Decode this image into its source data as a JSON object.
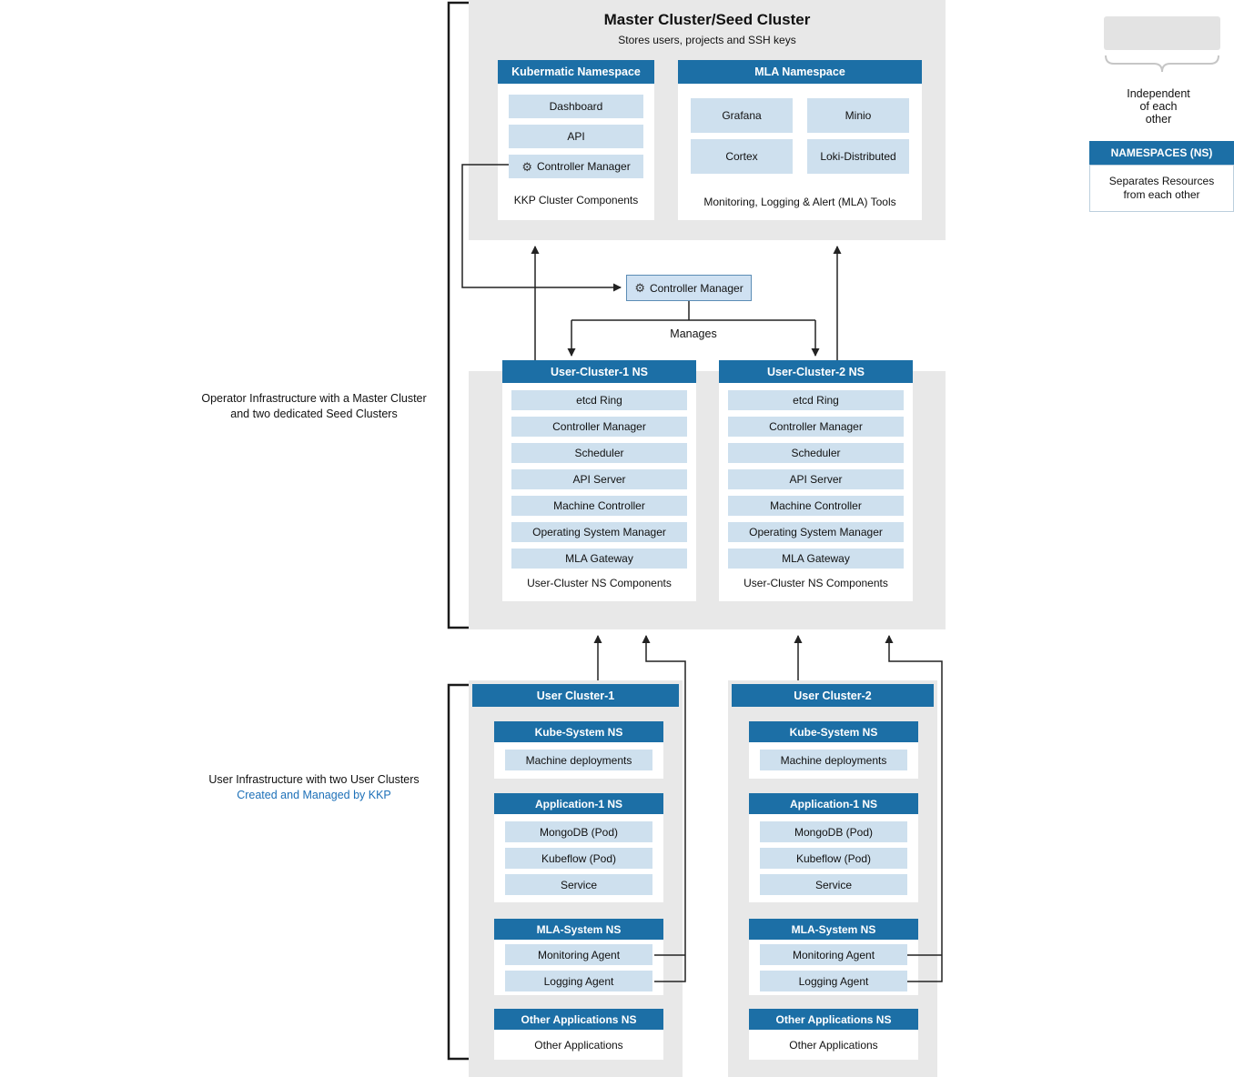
{
  "colors": {
    "header_blue": "#1c6fa6",
    "item_blue": "#cee0ee",
    "container_gray": "#e8e8e8",
    "link_blue": "#1d70b8",
    "arrow": "#222222"
  },
  "icons": {
    "gear": "⚙"
  },
  "master": {
    "title": "Master Cluster/Seed Cluster",
    "subtitle": "Stores users, projects and SSH keys",
    "kubermatic_ns": {
      "header": "Kubermatic Namespace",
      "items": [
        "Dashboard",
        "API",
        "Controller Manager"
      ],
      "footer": "KKP Cluster Components"
    },
    "mla_ns": {
      "header": "MLA Namespace",
      "items": [
        "Grafana",
        "Minio",
        "Cortex",
        "Loki-Distributed"
      ],
      "footer": "Monitoring, Logging & Alert (MLA) Tools"
    }
  },
  "controller_manager_node": {
    "label": "Controller Manager"
  },
  "manages_label": "Manages",
  "seed": {
    "cluster1": {
      "header": "User-Cluster-1 NS",
      "items": [
        "etcd Ring",
        "Controller Manager",
        "Scheduler",
        "API Server",
        "Machine Controller",
        "Operating System Manager",
        "MLA Gateway"
      ],
      "footer": "User-Cluster NS Components"
    },
    "cluster2": {
      "header": "User-Cluster-2 NS",
      "items": [
        "etcd Ring",
        "Controller Manager",
        "Scheduler",
        "API Server",
        "Machine Controller",
        "Operating System Manager",
        "MLA Gateway"
      ],
      "footer": "User-Cluster NS Components"
    }
  },
  "side_labels": {
    "operator_line1": "Operator Infrastructure with a Master Cluster",
    "operator_line2": "and two dedicated Seed Clusters",
    "user_line1": "User Infrastructure with two User Clusters",
    "user_line2": "Created and Managed by KKP"
  },
  "legend": {
    "independent_lines": [
      "Independent",
      "of each",
      "other"
    ],
    "namespaces_header": "NAMESPACES (NS)",
    "namespaces_body": "Separates Resources from each other"
  },
  "user_cluster1": {
    "header": "User Cluster-1",
    "kube_system": {
      "header": "Kube-System NS",
      "items": [
        "Machine deployments"
      ]
    },
    "application": {
      "header": "Application-1 NS",
      "items": [
        "MongoDB (Pod)",
        "Kubeflow (Pod)",
        "Service"
      ]
    },
    "mla_system": {
      "header": "MLA-System NS",
      "items": [
        "Monitoring Agent",
        "Logging Agent"
      ]
    },
    "other": {
      "header": "Other Applications NS",
      "items": [
        "Other Applications"
      ]
    }
  },
  "user_cluster2": {
    "header": "User Cluster-2",
    "kube_system": {
      "header": "Kube-System NS",
      "items": [
        "Machine deployments"
      ]
    },
    "application": {
      "header": "Application-1 NS",
      "items": [
        "MongoDB (Pod)",
        "Kubeflow (Pod)",
        "Service"
      ]
    },
    "mla_system": {
      "header": "MLA-System NS",
      "items": [
        "Monitoring Agent",
        "Logging Agent"
      ]
    },
    "other": {
      "header": "Other Applications NS",
      "items": [
        "Other Applications"
      ]
    }
  }
}
